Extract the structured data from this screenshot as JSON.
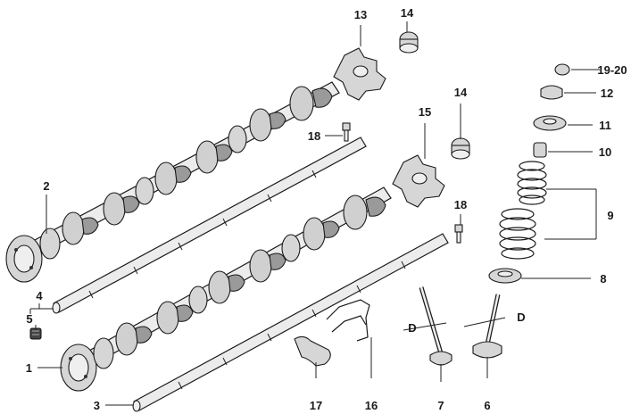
{
  "callouts": {
    "c1": "1",
    "c2": "2",
    "c3": "3",
    "c4": "4",
    "c5": "5",
    "c6": "6",
    "c7": "7",
    "c8": "8",
    "c9": "9",
    "c10": "10",
    "c11": "11",
    "c12": "12",
    "c13": "13",
    "c14a": "14",
    "c14b": "14",
    "c15": "15",
    "c16": "16",
    "c17": "17",
    "c18a": "18",
    "c18b": "18",
    "c19_20": "19-20"
  },
  "dimension_labels": {
    "d_left": "D",
    "d_right": "D"
  }
}
